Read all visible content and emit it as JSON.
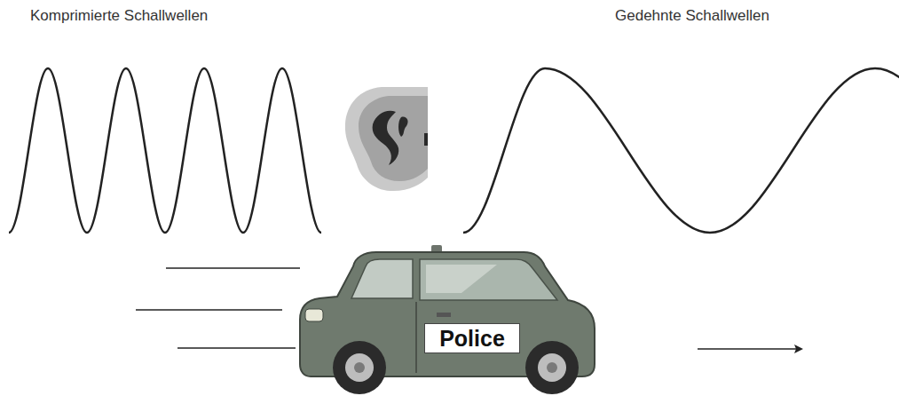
{
  "diagram": {
    "nodes": [
      {
        "text": [
          "Police"
        ]
      }
    ],
    "labels": [
      "Komprimierte Schallwellen",
      "Gedehnte Schallwellen"
    ]
  }
}
